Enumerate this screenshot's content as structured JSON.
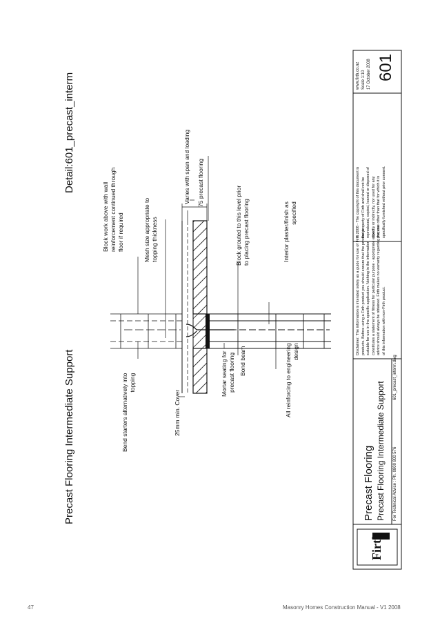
{
  "drawing": {
    "main_title": "Precast Flooring Intermediate Support",
    "detail_ref": "Detail:601_precast_interm"
  },
  "labels": {
    "block_above_1": "Block work above with wall",
    "block_above_2": "reinforcement continued through",
    "block_above_3": "floor if required",
    "mesh_1": "Mesh size appropriate to",
    "mesh_2": "topping thickness",
    "varies": "Varies with span and loading",
    "precast_75": "75 precast flooring",
    "grouted_1": "Block grouted to this level prior",
    "grouted_2": "to placing precast flooring",
    "plaster_1": "Interior plaster/finish as",
    "plaster_2": "specified",
    "bend_1": "Bend starters alternatively into",
    "bend_2": "topping",
    "cover": "25mm min. Cover",
    "mortar_1": "Mortar seating for",
    "mortar_2": "precast flooring",
    "bond_beam": "Bond beam",
    "reinforcing_1": "All reinforcing to engineering",
    "reinforcing_2": "design"
  },
  "title_block": {
    "brand": "Firth",
    "product": "Precast Flooring",
    "subtitle": "Precast Flooring Intermediate Support",
    "advice": "For Technical Advice : Ph. 0800 800 576",
    "filename": "601_precast_interm.dwg",
    "disclaimer": [
      "Disclaimer: The information is intended solely as a guide for use of Firth",
      "products. Before using a Firth product you should ensure that the product is",
      "suitable for use in the specific application. Nothing in the information",
      "constitutes a statement of fitness for particular purpose - appropriate expert",
      "advice should always be obtained. Firth makes no warranty regarding the use",
      "of this information with non-Firth product."
    ],
    "copyright": [
      "© 2008 - The copyright of this document is",
      "the property of Firth and shall not be",
      "reproduced, copied, loaned or disposed of",
      "directly or indirectly, nor used for any",
      "purpose other than that for which it is",
      "specifically furnished without prior consent."
    ],
    "website": "www.firth.co.nz",
    "scale": "Scale 1:10",
    "date": "17 October 2008",
    "sheet_number": "601"
  },
  "footer": {
    "page_number": "47",
    "manual": "Masonry Homes Construction Manual - V1 2008"
  }
}
